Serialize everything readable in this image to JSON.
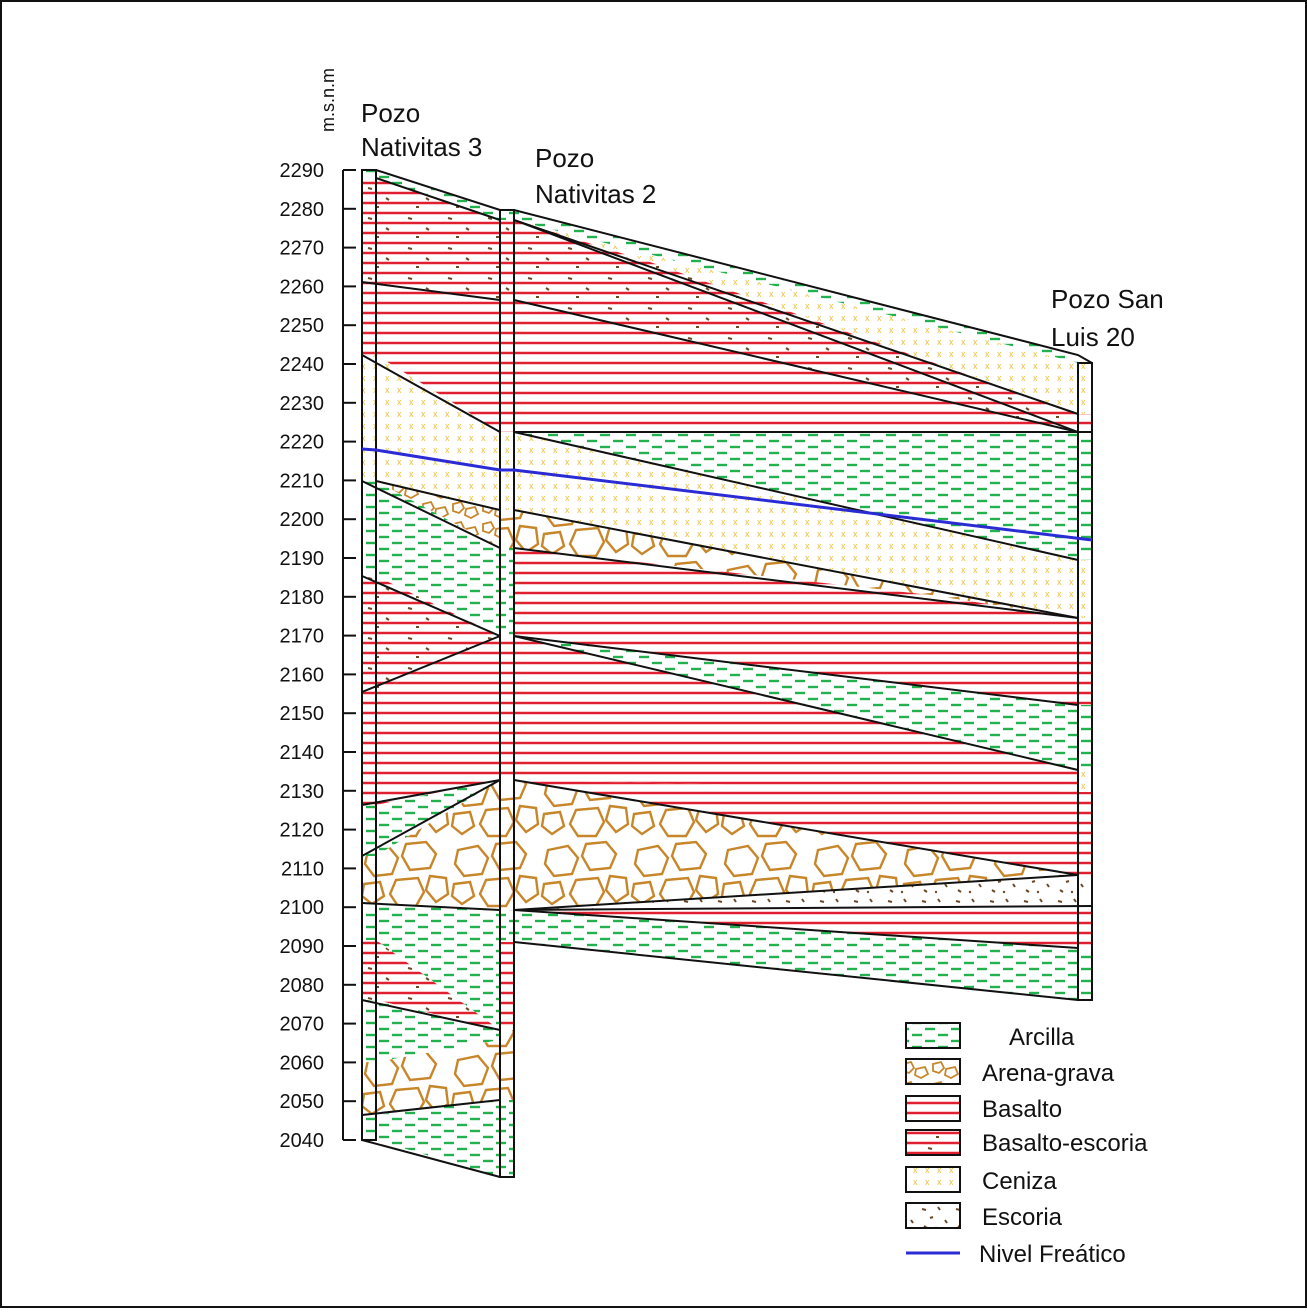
{
  "axis": {
    "unit_label": "m.s.n.m",
    "ticks": [
      "2290",
      "2280",
      "2270",
      "2260",
      "2250",
      "2240",
      "2230",
      "2220",
      "2210",
      "2200",
      "2190",
      "2180",
      "2170",
      "2160",
      "2150",
      "2140",
      "2130",
      "2120",
      "2110",
      "2100",
      "2090",
      "2080",
      "2070",
      "2060",
      "2050",
      "2040"
    ]
  },
  "wells": [
    {
      "id": "nativitas3",
      "label_lines": [
        "Pozo",
        "Nativitas 3"
      ]
    },
    {
      "id": "nativitas2",
      "label_lines": [
        "Pozo",
        "Nativitas 2"
      ]
    },
    {
      "id": "sanluis20",
      "label_lines": [
        "Pozo San",
        "Luis 20"
      ]
    }
  ],
  "legend": [
    {
      "key": "arcilla",
      "label": "Arcilla"
    },
    {
      "key": "arena",
      "label": "Arena-grava"
    },
    {
      "key": "basalto",
      "label": "Basalto"
    },
    {
      "key": "basesc",
      "label": "Basalto-escoria"
    },
    {
      "key": "ceniza",
      "label": "Ceniza"
    },
    {
      "key": "escoria",
      "label": "Escoria"
    },
    {
      "key": "nivel",
      "label": "Nivel Freático"
    }
  ],
  "colors": {
    "arcilla": "#22b14c",
    "arena": "#c8862a",
    "basalto": "#e0202f",
    "ceniza": "#e8c140",
    "escoria": "#6b4a2a",
    "water_table": "#2b2bd6",
    "outline": "#111111"
  }
}
